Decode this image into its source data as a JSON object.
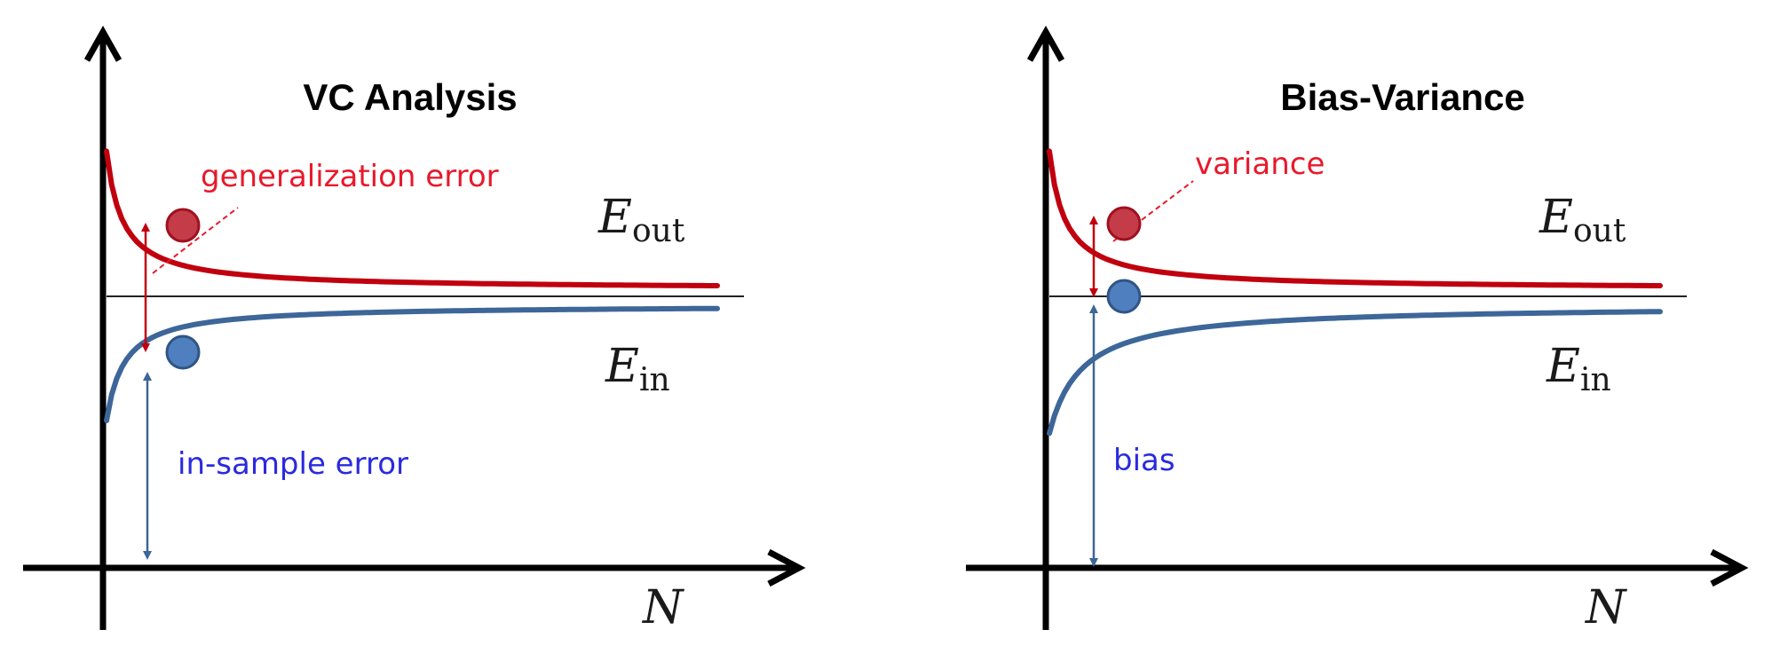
{
  "colors": {
    "eout": "#c0000e",
    "ein": "#3d6699",
    "red_label": "#e8192c",
    "blue_label": "#2a2adf",
    "axis": "#000000"
  },
  "panels": [
    {
      "title": "VC Analysis",
      "eout_base": "E",
      "eout_sub": "out",
      "ein_base": "E",
      "ein_sub": "in",
      "x_axis": "N",
      "top_annotation": "generalization error",
      "bottom_annotation": "in-sample error"
    },
    {
      "title": "Bias-Variance",
      "eout_base": "E",
      "eout_sub": "out",
      "ein_base": "E",
      "ein_sub": "in",
      "x_axis": "N",
      "top_annotation": "variance",
      "bottom_annotation": "bias"
    }
  ]
}
